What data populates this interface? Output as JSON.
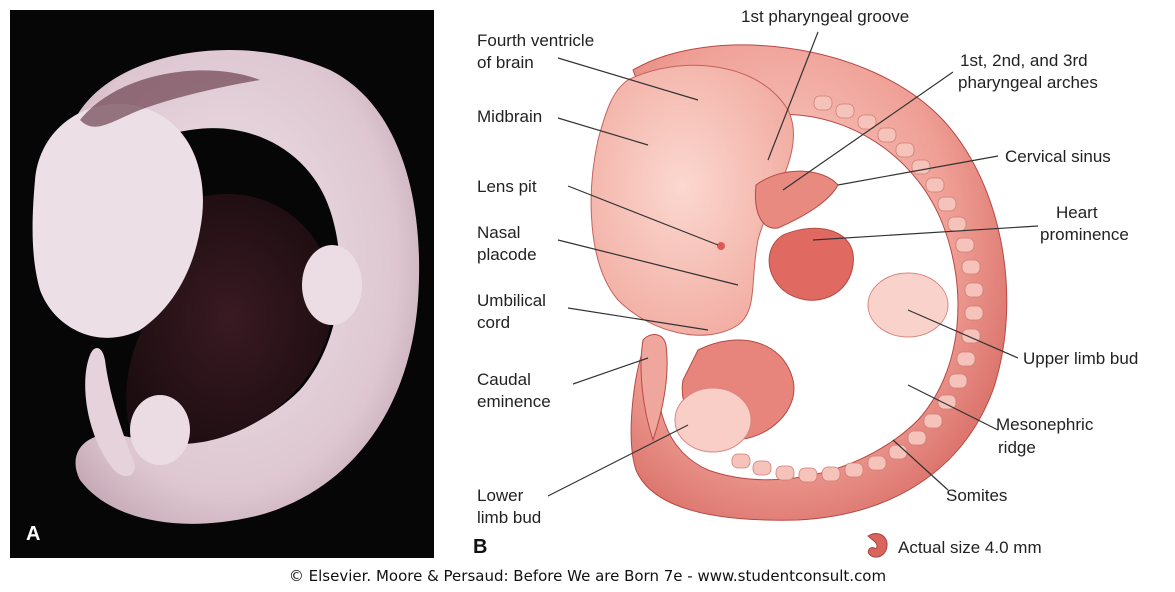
{
  "panels": {
    "a_letter": "A",
    "b_letter": "B"
  },
  "labels": {
    "pharyngeal_groove": "1st pharyngeal groove",
    "fourth_ventricle_1": "Fourth ventricle",
    "fourth_ventricle_2": "of brain",
    "pharyngeal_arches_1": "1st, 2nd, and 3rd",
    "pharyngeal_arches_2": "pharyngeal arches",
    "midbrain": "Midbrain",
    "cervical_sinus": "Cervical sinus",
    "lens_pit": "Lens pit",
    "heart_prominence_1": "Heart",
    "heart_prominence_2": "prominence",
    "nasal_placode_1": "Nasal",
    "nasal_placode_2": "placode",
    "umbilical_cord_1": "Umbilical",
    "umbilical_cord_2": "cord",
    "upper_limb_bud": "Upper limb bud",
    "caudal_eminence_1": "Caudal",
    "caudal_eminence_2": "eminence",
    "mesonephric_ridge_1": "Mesonephric",
    "mesonephric_ridge_2": "ridge",
    "somites": "Somites",
    "lower_limb_bud_1": "Lower",
    "lower_limb_bud_2": "limb bud"
  },
  "scale_note": "Actual size 4.0 mm",
  "caption": "© Elsevier. Moore & Persaud: Before We are Born 7e - www.studentconsult.com",
  "colors": {
    "embryo_light": "#f7c6bf",
    "embryo_mid": "#ec8f86",
    "embryo_dark": "#c9524e",
    "photo_background": "#060606",
    "photo_tissue": "#e8d6de",
    "leader_line": "#333333"
  }
}
